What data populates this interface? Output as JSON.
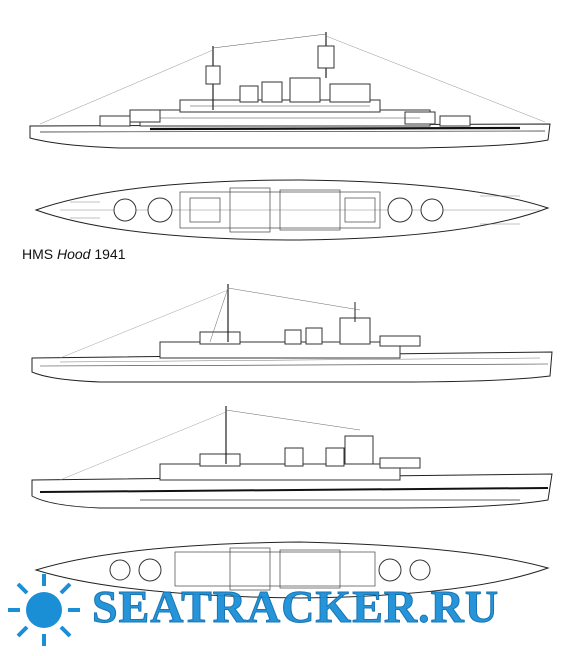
{
  "caption": {
    "prefix": "HMS ",
    "ship_name": "Hood",
    "year": "1941"
  },
  "watermark": {
    "text": "SEATRACKER.RU",
    "color": "#1a8fd6",
    "logo": "sun-rays-icon"
  },
  "views": [
    "profile-1",
    "plan-1",
    "profile-2",
    "profile-3",
    "plan-2"
  ]
}
